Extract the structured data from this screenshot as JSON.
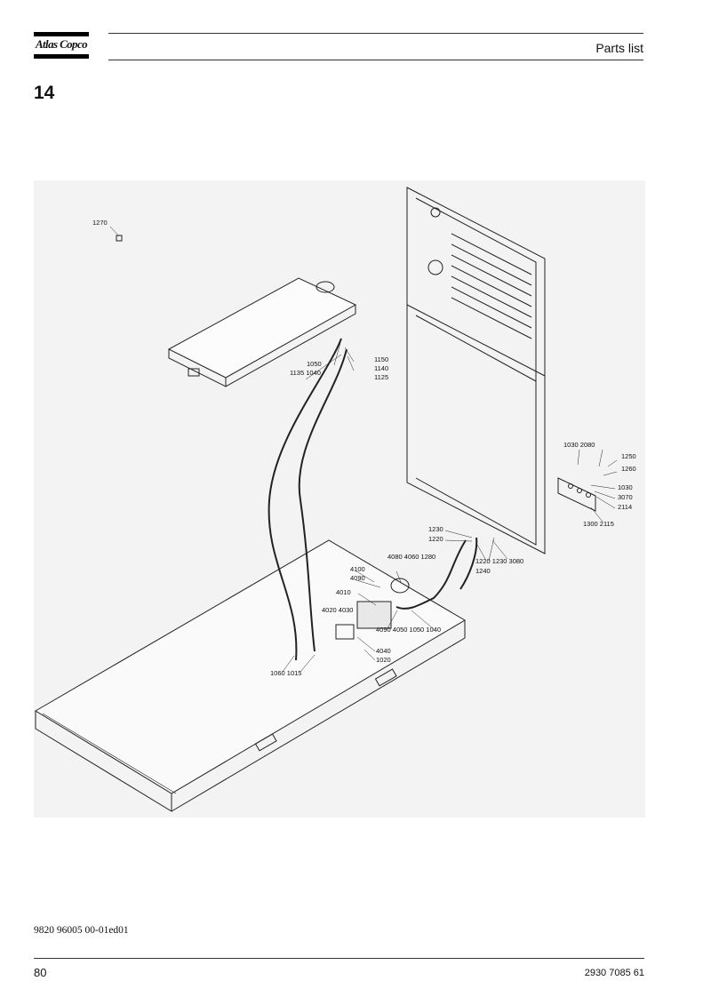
{
  "header": {
    "brand": "Atlas Copco",
    "title": "Parts list"
  },
  "section": {
    "number": "14"
  },
  "drawing": {
    "callouts": {
      "c1270": "1270",
      "c1150": "1150",
      "c1140": "1140",
      "c1125": "1125",
      "c1050a": "1050",
      "c1135_1040": "1135 1040",
      "c1030_2080": "1030  2080",
      "c1250": "1250",
      "c1260": "1260",
      "c1030b": "1030",
      "c3070": "3070",
      "c2114": "2114",
      "c1300_2115": "1300 2115",
      "c1230": "1230",
      "c1220": "1220",
      "c1220_1230_3080": "1220 1230  3080",
      "c1240": "1240",
      "c4080_4060_1280": "4080 4060 1280",
      "c4100": "4100",
      "c4090": "4090",
      "c4010": "4010",
      "c4020_4030": "4020 4030",
      "c4090_4050_1050_1040": "4090 4050 1050 1040",
      "c4040": "4040",
      "c1020": "1020",
      "c1060_1015": "1060 1015"
    }
  },
  "footer": {
    "doc_ref": "9820 96005 00-01ed01",
    "page": "80",
    "part_number": "2930 7085 61"
  }
}
